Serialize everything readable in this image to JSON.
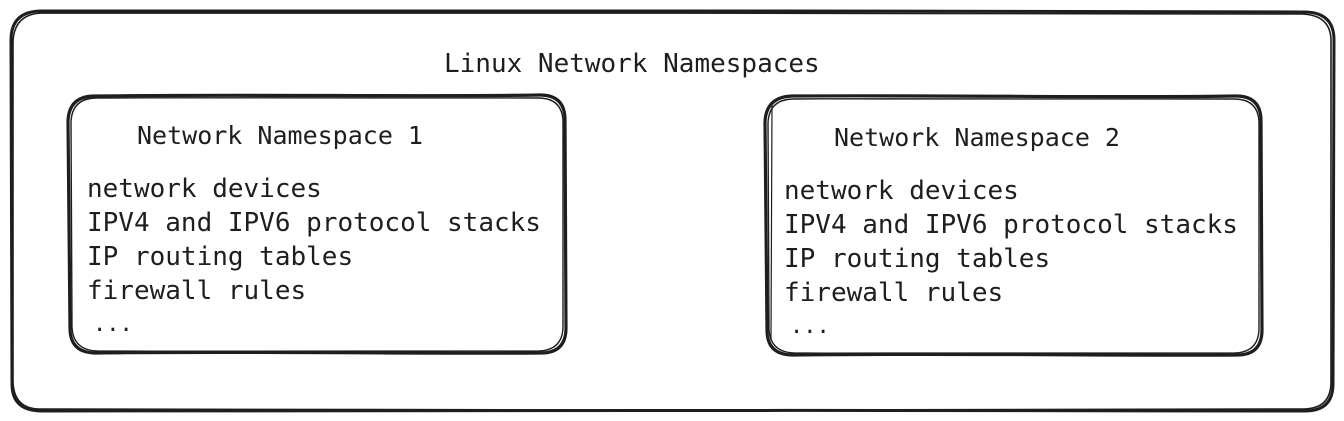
{
  "diagram": {
    "title": "Linux Network Namespaces",
    "namespaces": [
      {
        "title": "Network Namespace 1",
        "items": [
          "network devices",
          "IPV4 and IPV6 protocol stacks",
          "IP routing tables",
          "firewall rules",
          "..."
        ]
      },
      {
        "title": "Network Namespace 2",
        "items": [
          "network devices",
          "IPV4 and IPV6 protocol stacks",
          "IP routing tables",
          "firewall rules",
          "..."
        ]
      }
    ],
    "colors": {
      "stroke": "#1e1e1e",
      "text": "#1e1e1e",
      "background": "#ffffff"
    }
  }
}
